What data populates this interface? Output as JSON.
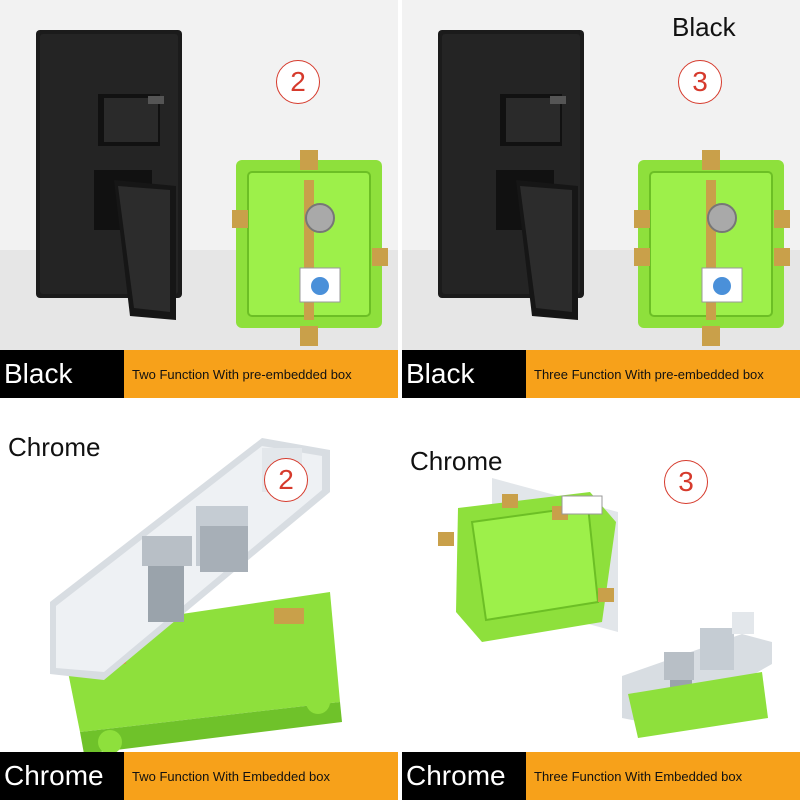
{
  "panels": [
    {
      "finish_label": "Black",
      "description": "Two Function With pre-embedded box",
      "badge": "2",
      "title": ""
    },
    {
      "finish_label": "Black",
      "description": "Three Function With pre-embedded box",
      "badge": "3",
      "title": "Black"
    },
    {
      "finish_label": "Chrome",
      "description": "Two Function With Embedded box",
      "badge": "2",
      "title": "Chrome"
    },
    {
      "finish_label": "Chrome",
      "description": "Three Function With Embedded box",
      "badge": "3",
      "title": "Chrome"
    }
  ],
  "colors": {
    "label_black": "#000000",
    "label_orange": "#f7a11a",
    "badge_red": "#d63a2c",
    "box_green": "#8ee03c",
    "brass": "#c9a04a",
    "matte_black": "#1a1a1a",
    "chrome": "#d8dde2"
  }
}
